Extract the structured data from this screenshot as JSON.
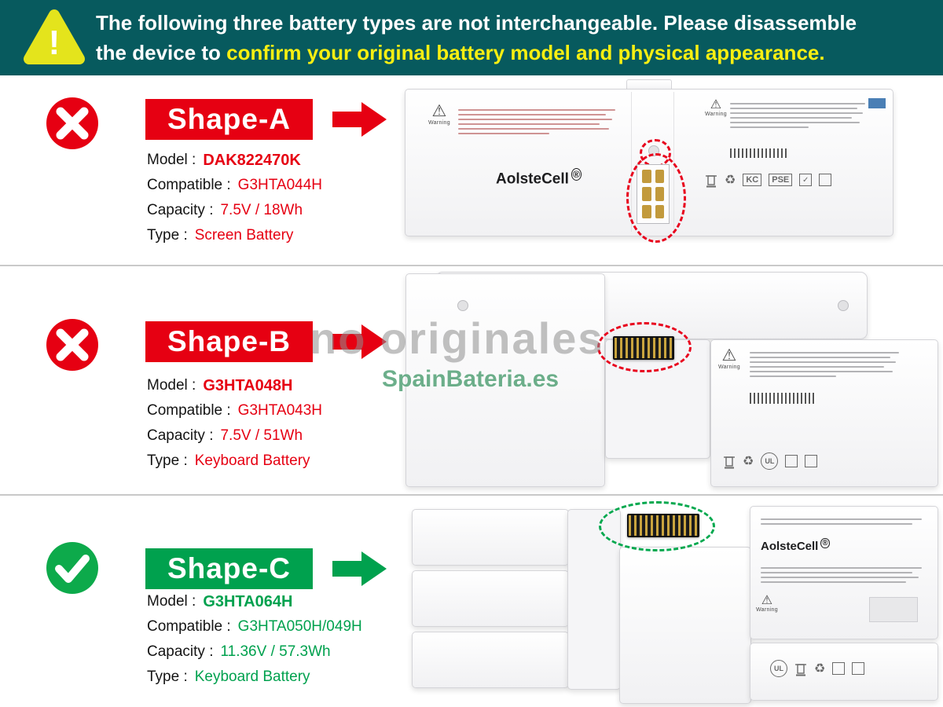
{
  "header": {
    "line1": "The following three battery types are not interchangeable. Please disassemble",
    "line2_prefix": "the device to ",
    "line2_highlight": "confirm your original battery model and physical appearance.",
    "exclamation": "!"
  },
  "colors": {
    "header_bg": "#075a5e",
    "highlight_yellow": "#f8ef12",
    "reject_red": "#e60012",
    "approve_green": "#00a14e"
  },
  "watermark": {
    "line1": "no originales",
    "line2": "SpainBateria.es"
  },
  "sections": [
    {
      "name": "Shape-A",
      "status": "not-compatible",
      "specs": [
        {
          "label": "Model :",
          "value": "DAK822470K"
        },
        {
          "label": "Compatible :",
          "value": "G3HTA044H"
        },
        {
          "label": "Capacity :",
          "value": "7.5V / 18Wh"
        },
        {
          "label": "Type :",
          "value": "Screen Battery"
        }
      ],
      "photo": {
        "brand": "AolsteCell",
        "brand_mark": "®",
        "warning": "Warning"
      }
    },
    {
      "name": "Shape-B",
      "status": "not-compatible",
      "specs": [
        {
          "label": "Model :",
          "value": "G3HTA048H"
        },
        {
          "label": "Compatible :",
          "value": "G3HTA043H"
        },
        {
          "label": "Capacity :",
          "value": "7.5V / 51Wh"
        },
        {
          "label": "Type :",
          "value": "Keyboard Battery"
        }
      ],
      "photo": {
        "warning": "Warning"
      }
    },
    {
      "name": "Shape-C",
      "status": "compatible",
      "specs": [
        {
          "label": "Model :",
          "value": "G3HTA064H"
        },
        {
          "label": "Compatible :",
          "value": "G3HTA050H/049H"
        },
        {
          "label": "Capacity :",
          "value": "11.36V / 57.3Wh"
        },
        {
          "label": "Type :",
          "value": "Keyboard Battery"
        }
      ],
      "photo": {
        "brand": "AolsteCell",
        "brand_mark": "®",
        "warning": "Warning"
      }
    }
  ],
  "icons": {
    "warning_triangle": "⚠",
    "recycle": "♻",
    "ul_mark": "UL",
    "kc_mark": "KC",
    "pse_mark": "PSE",
    "check": "✓"
  }
}
